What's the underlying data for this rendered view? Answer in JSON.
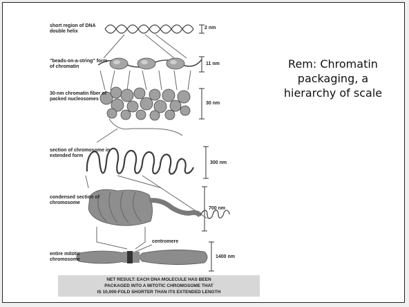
{
  "figure": {
    "stages": [
      {
        "label": "short region of DNA double helix",
        "scale": "2 nm"
      },
      {
        "label": "\"beads-on-a-string\" form of chromatin",
        "scale": "11 nm"
      },
      {
        "label": "30-nm chromatin fiber of packed nucleosomes",
        "scale": "30 nm"
      },
      {
        "label": "section of chromosome in extended form",
        "scale": "300 nm"
      },
      {
        "label": "condensed section of chromosome",
        "scale": "700 nm"
      },
      {
        "label": "entire mitotic chromosome",
        "scale": "1400 nm"
      }
    ],
    "centromere_label": "centromere",
    "net_result": [
      "NET RESULT: EACH DNA MOLECULE HAS BEEN",
      "PACKAGED INTO A MITOTIC CHROMOSOME THAT",
      "IS 10,000-FOLD SHORTER THAN ITS EXTENDED LENGTH"
    ]
  },
  "caption": {
    "lines": [
      "Rem: Chromatin",
      "packaging, a",
      "hierarchy of scale"
    ]
  },
  "colors": {
    "bead": "#9a9a9a",
    "strand": "#4a4a4a",
    "chromosome": "#8c8c8c",
    "centromere": "#333333"
  }
}
